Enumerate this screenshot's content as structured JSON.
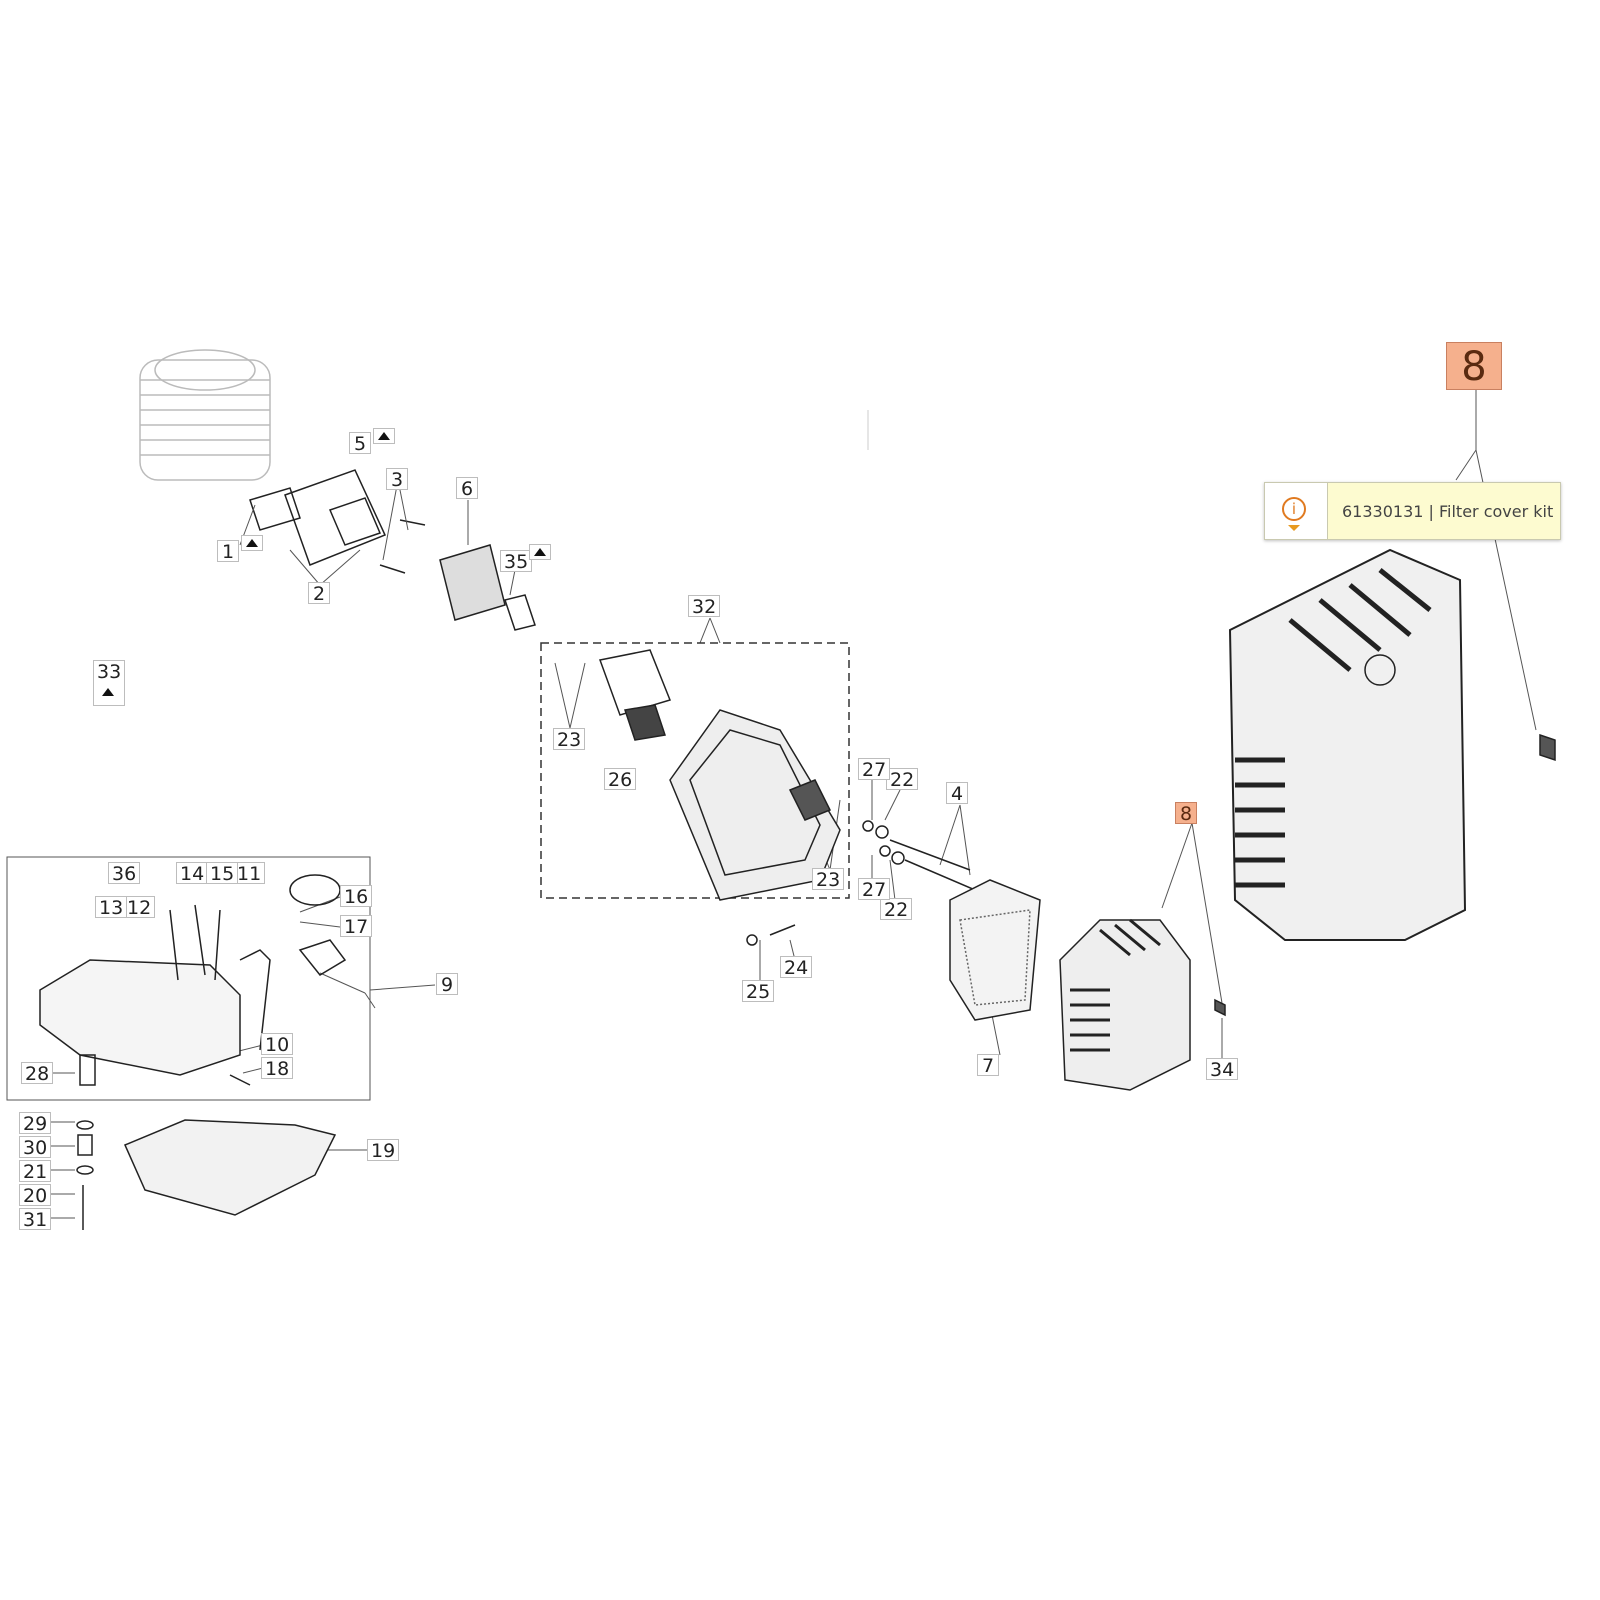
{
  "diagram": {
    "labels": [
      "1",
      "2",
      "3",
      "4",
      "5",
      "6",
      "7",
      "8",
      "9",
      "10",
      "11",
      "12",
      "13",
      "14",
      "15",
      "16",
      "17",
      "18",
      "19",
      "20",
      "21",
      "22",
      "23",
      "24",
      "25",
      "26",
      "27",
      "28",
      "29",
      "30",
      "31",
      "32",
      "33",
      "34",
      "35",
      "36"
    ],
    "highlighted_part": "8",
    "highlight_color": "#f5b08d"
  },
  "tooltip": {
    "icon": "info-icon",
    "text": "61330131 | Filter cover kit",
    "accent": "#e07a20"
  }
}
